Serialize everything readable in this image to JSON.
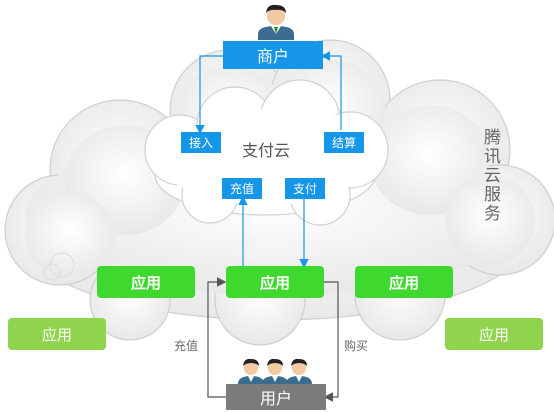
{
  "merchant": "商户",
  "user": "用户",
  "cloud_center_label": "支付云",
  "tencent_service": "腾讯云服务",
  "small_boxes": {
    "access": "接入",
    "settle": "结算",
    "recharge": "充值",
    "pay": "支付"
  },
  "apps": [
    "应用",
    "应用",
    "应用",
    "应用",
    "应用"
  ],
  "edge_labels": {
    "recharge": "充值",
    "purchase": "购买"
  },
  "colors": {
    "blue": "#1596e8",
    "green": "#3fd82e",
    "light_green": "#8fd34e",
    "gray": "#7b7b7b"
  }
}
